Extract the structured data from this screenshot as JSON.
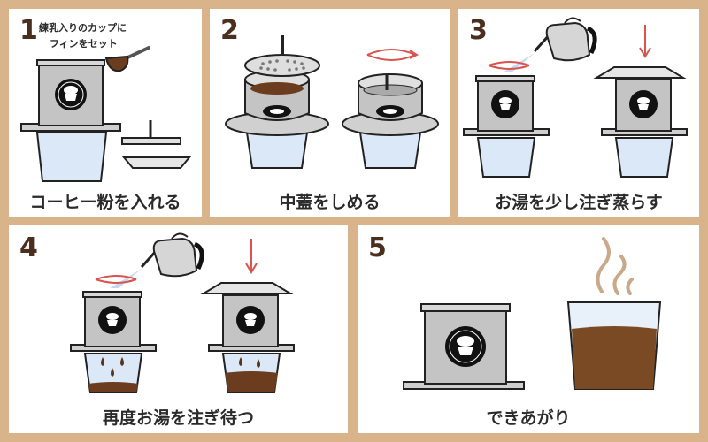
{
  "colors": {
    "background": "#d9b48a",
    "panel": "#ffffff",
    "number": "#4a2f1f",
    "metal": "#bdbdbd",
    "water": "#dbe8f7",
    "coffee": "#7a4a24",
    "steam": "#c9a98a",
    "arrow": "#d9534f"
  },
  "steps": [
    {
      "number": "1",
      "caption": "コーヒー粉を入れる",
      "note_line1": "練乳入りのカップに",
      "note_line2": "フィンをセット"
    },
    {
      "number": "2",
      "caption": "中蓋をしめる"
    },
    {
      "number": "3",
      "caption": "お湯を少し注ぎ蒸らす"
    },
    {
      "number": "4",
      "caption": "再度お湯を注ぎ待つ"
    },
    {
      "number": "5",
      "caption": "できあがり"
    }
  ]
}
